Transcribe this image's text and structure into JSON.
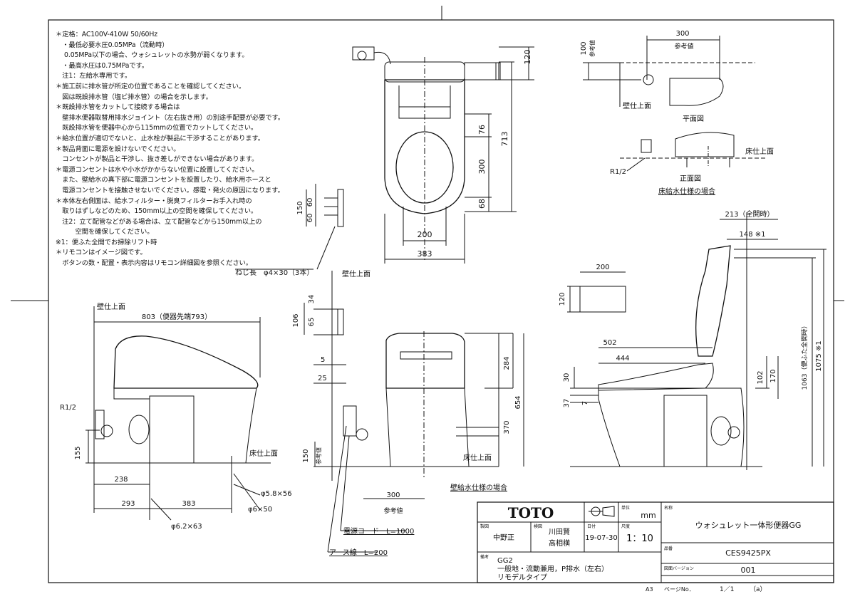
{
  "notes": [
    "＊定格：AC100V-410W 50/60Hz",
    "　・最低必要水圧0.05MPa（流動時）",
    "　 0.05MPa以下の場合、ウォシュレットの水勢が弱くなります。",
    "　・最高水圧は0.75MPaです。",
    "　注1：左給水専用です。",
    "＊施工前に排水管が所定の位置であることを確認してください。",
    "　図は既設排水管（塩ビ排水管）の場合を示します。",
    "＊既設排水管をカットして接続する場合は",
    "　壁排水便器取替用排水ジョイント（左右抜き用）の別途手配要が必要です。",
    "　既設排水管を便器中心から115mmの位置でカットしてください。",
    "＊給水位置が適切でないと、止水栓が製品に干渉することがあります。",
    "＊製品背面に電源を設けないでください。",
    "　コンセントが製品と干渉し、抜き差しができない場合があります。",
    "＊電源コンセントは水や小水がかからない位置に設置してください。",
    "　また、壁給水の真下部に電源コンセントを設置したり、給水用ホースと",
    "　電源コンセントを接触させないでください。感電・発火の原因になります。",
    "＊本体左右側面は、給水フィルター・脱臭フィルターお手入れ時の",
    "　取りはずしなどのため、150mm以上の空間を確保してください。",
    "　注2：立て配管などがある場合は、立て配管などから150mm以上の",
    "　　　空間を確保してください。",
    "※1：便ふた全開でお掃除リフト時",
    "＊リモコンはイメージ図です。",
    "　ボタンの数・配置・表示内容はリモコン詳細図を参照ください。"
  ],
  "labels": {
    "wall_surface": "壁仕上面",
    "floor_surface": "床仕上面",
    "plan_view": "平面図",
    "front_view": "正面図",
    "floor_supply": "床給水仕様の場合",
    "wall_supply": "壁給水仕様の場合",
    "reference": "参考値",
    "screw": "ねじ長　φ4×30（3本）",
    "cord": "電源コード　L=1000",
    "earth": "アース線　L=200",
    "r12": "R1/2",
    "r12b": "R1/2",
    "d58": "φ5.8×56",
    "d650": "φ6×50",
    "d62": "φ6.2×63",
    "side_803": "803（便器先端793）",
    "full_open_213": "213（全開時）",
    "open_148": "148 ※1",
    "lid_open_1063": "1063（便ふた全開時）",
    "h1075": "1075 ※1"
  },
  "dims": {
    "top_120": "120",
    "top_713": "713",
    "top_76": "76",
    "top_300": "300",
    "top_68": "68",
    "top_200": "200",
    "top_383": "383",
    "wall_150": "150",
    "wall_60a": "60",
    "wall_60b": "60",
    "plan_300": "300",
    "plan_100": "100",
    "side_155": "155",
    "side_238": "238",
    "side_293": "293",
    "side_383": "383",
    "front_34": "34",
    "front_106": "106",
    "front_65": "65",
    "front_5": "5",
    "front_25": "25",
    "front_284": "284",
    "front_654": "654",
    "front_370": "370",
    "front_150": "150",
    "front_300": "300",
    "remote_200": "200",
    "remote_120": "120",
    "r_502": "502",
    "r_444": "444",
    "r_30": "30",
    "r_37": "37",
    "r_7": "7",
    "r_102": "102",
    "r_170": "170"
  },
  "title_block": {
    "brand": "TOTO",
    "unit_label": "単位",
    "unit": "mm",
    "name_label": "名称",
    "product_name": "ウォシュレット一体形便器GG",
    "design_label": "製図",
    "designer": "中野正",
    "check_label": "検図",
    "checkers": [
      "川田賢",
      "高相横"
    ],
    "date_label": "日付",
    "date": "19-07-30",
    "scale_label": "尺度",
    "scale": "1：10",
    "model_label": "品番",
    "model": "CES9425PX",
    "remarks_label": "備考",
    "remarks": [
      "GG2",
      "一般地・流動兼用，P排水（左右）",
      "リモデルタイプ"
    ],
    "revision_label": "図面バージョン",
    "revision": "001",
    "sheet_size": "A3",
    "page_label": "ページNo．",
    "page": "1／1",
    "page_tag": "（a）"
  },
  "colors": {
    "ink": "#111111",
    "paper": "#ffffff"
  }
}
